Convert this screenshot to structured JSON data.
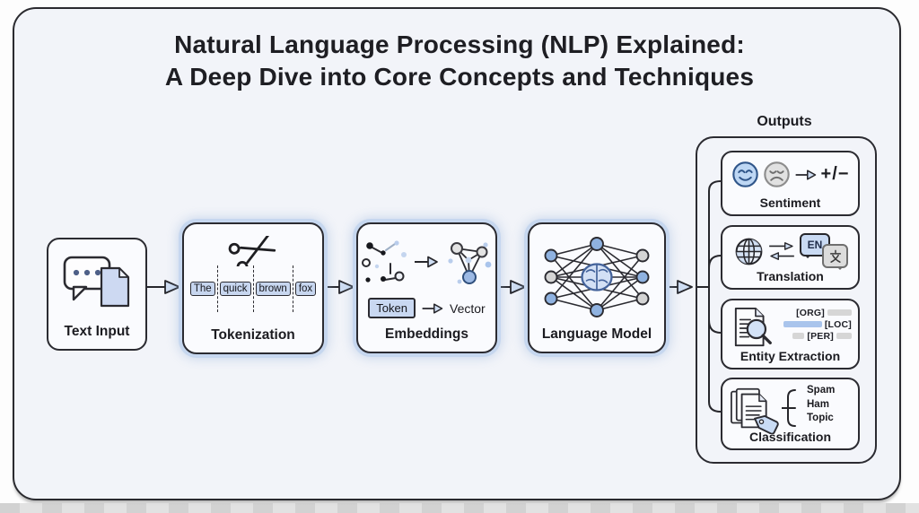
{
  "title": {
    "line1": "Natural Language Processing (NLP) Explained:",
    "line2": "A Deep Dive into Core Concepts and Techniques"
  },
  "pipeline": {
    "text_input": {
      "label": "Text Input"
    },
    "tokenization": {
      "label": "Tokenization",
      "tokens": [
        "The",
        "quick",
        "brown",
        "fox"
      ]
    },
    "embeddings": {
      "label": "Embeddings",
      "token_label": "Token",
      "vector_label": "Vector"
    },
    "language_model": {
      "label": "Language Model"
    }
  },
  "outputs": {
    "heading": "Outputs",
    "sentiment": {
      "label": "Sentiment",
      "score_text": "+/−"
    },
    "translation": {
      "label": "Translation",
      "source_lang": "EN",
      "target_lang": "文"
    },
    "entity_extraction": {
      "label": "Entity Extraction",
      "tags": [
        "[ORG]",
        "[LOC]",
        "[PER]"
      ]
    },
    "classification": {
      "label": "Classification",
      "classes": [
        "Spam",
        "Ham",
        "Topic"
      ]
    }
  },
  "icons": {
    "text_input": "chat-bubble-with-document",
    "tokenization": "scissors",
    "embeddings": "scatter-dots-to-vector-cluster",
    "language_model": "neural-network-with-brain",
    "sentiment": "happy-and-sad-faces",
    "translation": "globe-with-language-bubbles",
    "entity_extraction": "document-magnifier",
    "classification": "stacked-documents-with-tag"
  },
  "colors": {
    "canvas": "#f2f4f9",
    "outline": "#2b2b31",
    "accent_blue": "#c7d6ef",
    "node_blue": "#8fb2e0",
    "node_gray": "#d4d4d4",
    "bar_blue": "#a9c4ec",
    "bar_gray": "#d6d6d6",
    "glow": "#c6d7ef"
  }
}
